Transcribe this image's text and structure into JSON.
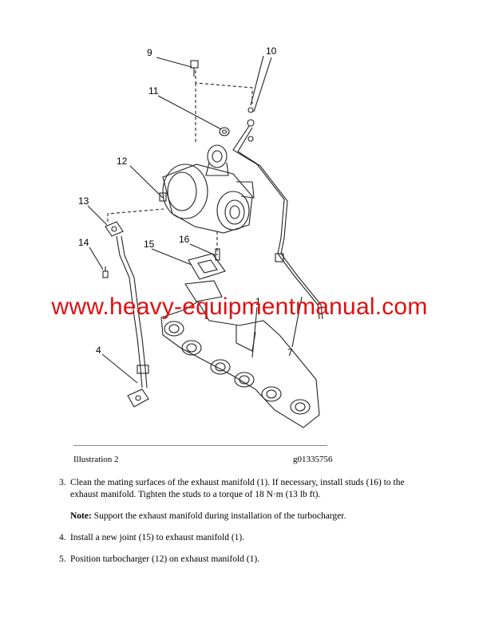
{
  "illustration": {
    "callouts": [
      "9",
      "10",
      "11",
      "12",
      "13",
      "14",
      "15",
      "16",
      "1",
      "7",
      "4"
    ],
    "caption": "Illustration 2",
    "code": "g01335756"
  },
  "watermark": "www.heavy-equipmentmanual.com",
  "steps": [
    {
      "number": "3.",
      "text": "Clean the mating surfaces of the exhaust manifold (1). If necessary, install studs (16) to the exhaust manifold. Tighten the studs to a torque of 18 N·m (13 lb ft)."
    },
    {
      "number": "4.",
      "text": "Install a new joint (15) to exhaust manifold (1)."
    },
    {
      "number": "5.",
      "text": "Position turbocharger (12) on exhaust manifold (1)."
    }
  ],
  "note": {
    "label": "Note:",
    "text": " Support the exhaust manifold during installation of the turbocharger."
  },
  "colors": {
    "watermark": "#e01010",
    "line_art": "#222222"
  }
}
